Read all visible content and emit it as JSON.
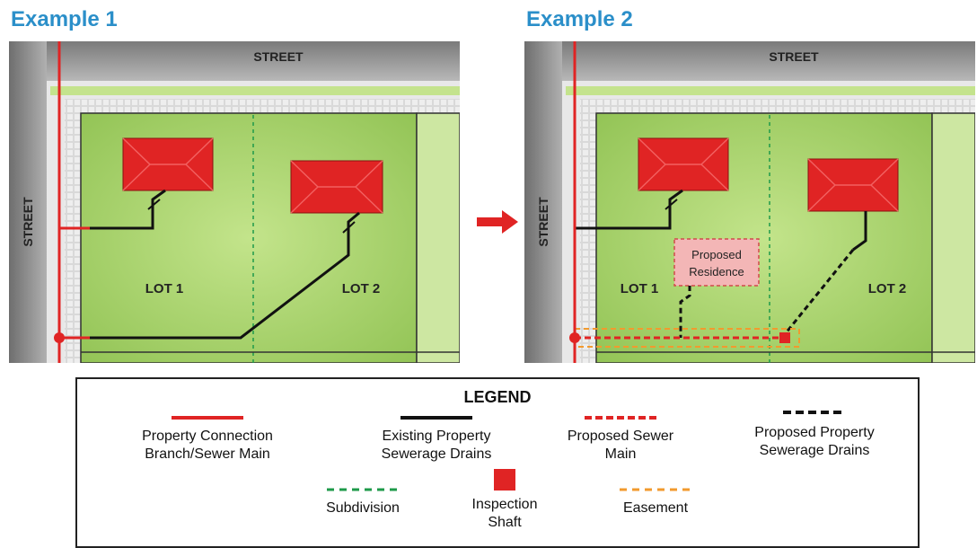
{
  "example1": {
    "title": "Example 1",
    "street_top": "STREET",
    "street_side": "STREET",
    "lot1": "LOT 1",
    "lot2": "LOT 2"
  },
  "example2": {
    "title": "Example 2",
    "street_top": "STREET",
    "street_side": "STREET",
    "lot1": "LOT 1",
    "lot2": "LOT 2",
    "proposed_line1": "Proposed",
    "proposed_line2": "Residence"
  },
  "legend": {
    "title": "LEGEND",
    "items": [
      {
        "line1": "Property Connection",
        "line2": "Branch/Sewer Main",
        "icon": "solid-red-line"
      },
      {
        "line1": "Existing Property",
        "line2": "Sewerage Drains",
        "icon": "solid-black-line"
      },
      {
        "line1": "Proposed Sewer",
        "line2": "Main",
        "icon": "dashed-red-line"
      },
      {
        "line1": "Proposed Property",
        "line2": "Sewerage Drains",
        "icon": "dashed-black-line"
      },
      {
        "line1": "Subdivision",
        "line2": "",
        "icon": "dotted-green-line"
      },
      {
        "line1": "Inspection",
        "line2": "Shaft",
        "icon": "red-square"
      },
      {
        "line1": "Easement",
        "line2": "",
        "icon": "dashed-orange-line"
      }
    ]
  },
  "colors": {
    "title_blue": "#2b8fc9",
    "red": "#e02424",
    "lot_green": "#a9d36a",
    "street_grey": "#8c8c8c"
  }
}
